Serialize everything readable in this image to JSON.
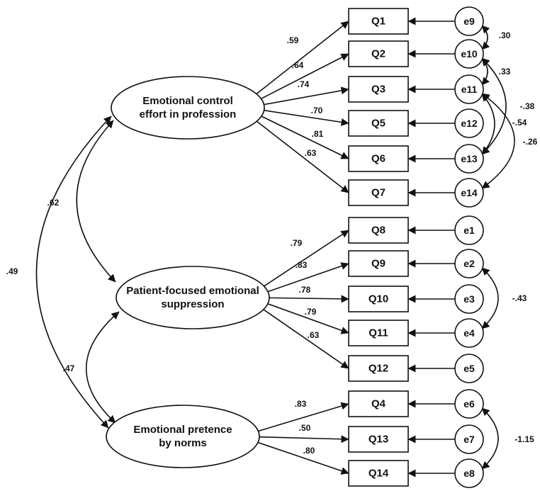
{
  "latents": [
    {
      "id": "L1",
      "lines": [
        "Emotional control",
        "effort in profession"
      ]
    },
    {
      "id": "L2",
      "lines": [
        "Patient-focused emotional",
        "suppression"
      ]
    },
    {
      "id": "L3",
      "lines": [
        "Emotional pretence",
        "by norms"
      ]
    }
  ],
  "indicators": [
    {
      "label": "Q1",
      "error": "e9",
      "latent": "L1",
      "loading": ".59"
    },
    {
      "label": "Q2",
      "error": "e10",
      "latent": "L1",
      "loading": ".64"
    },
    {
      "label": "Q3",
      "error": "e11",
      "latent": "L1",
      "loading": ".74"
    },
    {
      "label": "Q5",
      "error": "e12",
      "latent": "L1",
      "loading": ".70"
    },
    {
      "label": "Q6",
      "error": "e13",
      "latent": "L1",
      "loading": ".81"
    },
    {
      "label": "Q7",
      "error": "e14",
      "latent": "L1",
      "loading": ".63"
    },
    {
      "label": "Q8",
      "error": "e1",
      "latent": "L2",
      "loading": ".79"
    },
    {
      "label": "Q9",
      "error": "e2",
      "latent": "L2",
      "loading": ".83"
    },
    {
      "label": "Q10",
      "error": "e3",
      "latent": "L2",
      "loading": ".78"
    },
    {
      "label": "Q11",
      "error": "e4",
      "latent": "L2",
      "loading": ".79"
    },
    {
      "label": "Q12",
      "error": "e5",
      "latent": "L2",
      "loading": ".63"
    },
    {
      "label": "Q4",
      "error": "e6",
      "latent": "L3",
      "loading": ".83"
    },
    {
      "label": "Q13",
      "error": "e7",
      "latent": "L3",
      "loading": ".50"
    },
    {
      "label": "Q14",
      "error": "e8",
      "latent": "L3",
      "loading": ".80"
    }
  ],
  "latent_correlations": [
    {
      "from": "L1",
      "to": "L2",
      "value": ".62"
    },
    {
      "from": "L2",
      "to": "L3",
      "value": ".47"
    },
    {
      "from": "L1",
      "to": "L3",
      "value": ".49"
    }
  ],
  "error_covariances": [
    {
      "from": "e9",
      "to": "e10",
      "value": ".30"
    },
    {
      "from": "e10",
      "to": "e11",
      "value": ".33"
    },
    {
      "from": "e10",
      "to": "e13",
      "value": "-.38"
    },
    {
      "from": "e11",
      "to": "e13",
      "value": "-.54"
    },
    {
      "from": "e11",
      "to": "e14",
      "value": "-.26"
    },
    {
      "from": "e2",
      "to": "e4",
      "value": "-.43"
    },
    {
      "from": "e6",
      "to": "e8",
      "value": "-1.15"
    }
  ]
}
